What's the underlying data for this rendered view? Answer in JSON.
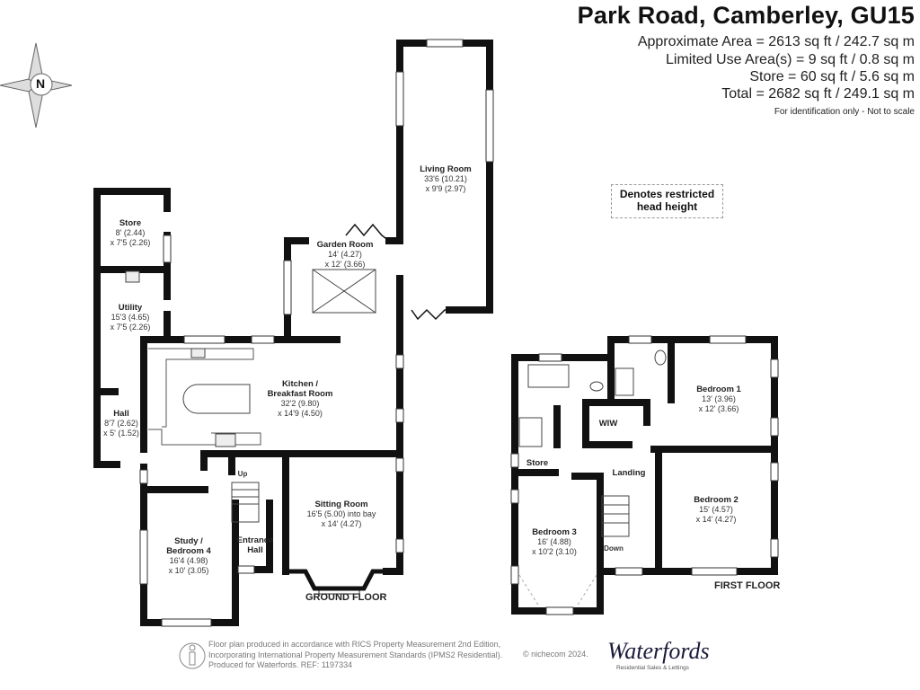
{
  "header": {
    "title": "Park Road, Camberley, GU15",
    "areas": [
      "Approximate Area = 2613 sq ft / 242.7 sq m",
      "Limited Use Area(s) = 9 sq ft / 0.8 sq m",
      "Store = 60 sq ft / 5.6 sq m",
      "Total = 2682 sq ft / 249.1 sq m"
    ],
    "note": "For identification only - Not to scale"
  },
  "compass": {
    "label": "N"
  },
  "legend": {
    "restricted": "Denotes restricted head height"
  },
  "ground_floor": {
    "label": "GROUND FLOOR",
    "rooms": [
      {
        "name": "Store",
        "dims": [
          "8' (2.44)",
          "x 7'5 (2.26)"
        ]
      },
      {
        "name": "Utility",
        "dims": [
          "15'3 (4.65)",
          "x 7'5 (2.26)"
        ]
      },
      {
        "name": "Hall",
        "dims": [
          "8'7 (2.62)",
          "x 5' (1.52)"
        ]
      },
      {
        "name": "Garden Room",
        "dims": [
          "14' (4.27)",
          "x 12' (3.66)"
        ]
      },
      {
        "name": "Living Room",
        "dims": [
          "33'6 (10.21)",
          "x 9'9 (2.97)"
        ]
      },
      {
        "name": "Kitchen / Breakfast Room",
        "dims": [
          "32'2 (9.80)",
          "x 14'9 (4.50)"
        ]
      },
      {
        "name": "Sitting Room",
        "dims": [
          "16'5 (5.00) into bay",
          "x 14' (4.27)"
        ]
      },
      {
        "name": "Study / Bedroom 4",
        "dims": [
          "16'4 (4.98)",
          "x 10' (3.05)"
        ]
      },
      {
        "name": "Entrance Hall",
        "dims": []
      }
    ],
    "stairs": "Up"
  },
  "first_floor": {
    "label": "FIRST FLOOR",
    "rooms": [
      {
        "name": "Bedroom 1",
        "dims": [
          "13' (3.96)",
          "x 12' (3.66)"
        ]
      },
      {
        "name": "Bedroom 2",
        "dims": [
          "15' (4.57)",
          "x 14' (4.27)"
        ]
      },
      {
        "name": "Bedroom 3",
        "dims": [
          "16' (4.88)",
          "x 10'2 (3.10)"
        ]
      },
      {
        "name": "WIW",
        "dims": []
      },
      {
        "name": "Store",
        "dims": []
      },
      {
        "name": "Landing",
        "dims": []
      }
    ],
    "stairs": "Down"
  },
  "footer": {
    "lines": [
      "Floor plan produced in accordance with RICS Property Measurement 2nd Edition,",
      "Incorporating International Property Measurement Standards (IPMS2 Residential).",
      "Produced for Waterfords.   REF:  1197334"
    ],
    "copyright": "© nichecom 2024.",
    "logo": "Waterfords",
    "logo_tagline": "Residential Sales & Lettings"
  },
  "colors": {
    "wall": "#111111",
    "window": "#ffffff",
    "text": "#222222"
  }
}
